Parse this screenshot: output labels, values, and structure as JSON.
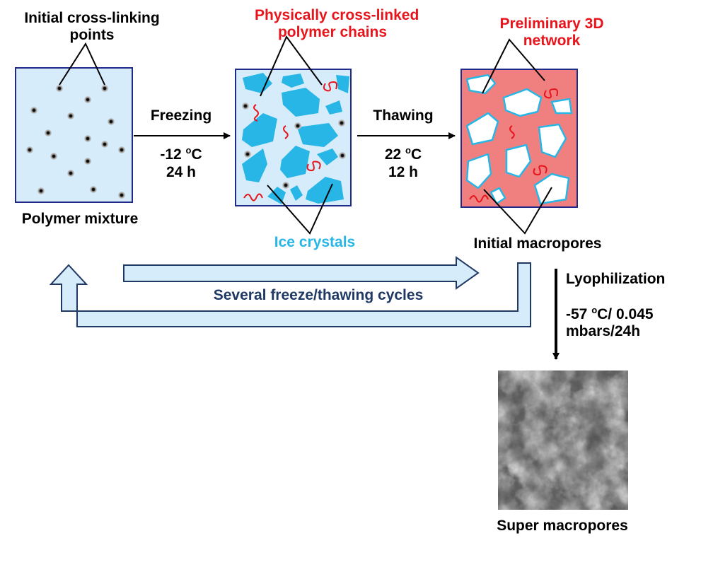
{
  "labels": {
    "initial_crosslinking": [
      "Initial cross-linking",
      "points"
    ],
    "physically_crosslinked": [
      "Physically cross-linked",
      "polymer chains"
    ],
    "preliminary_network": [
      "Preliminary 3D",
      "network"
    ],
    "polymer_mixture": "Polymer mixture",
    "ice_crystals": "Ice crystals",
    "initial_macropores": "Initial macropores",
    "super_macropores": "Super macropores",
    "cycles": "Several freeze/thawing cycles"
  },
  "steps": {
    "freezing": {
      "name": "Freezing",
      "temp_num": "-12 ",
      "temp_sup": "o",
      "temp_unit": "C",
      "time": "24 h"
    },
    "thawing": {
      "name": "Thawing",
      "temp_num": "22 ",
      "temp_sup": "o",
      "temp_unit": "C",
      "time": "12 h"
    },
    "lyophilization": {
      "name": "Lyophilization",
      "cond_num": "-57 ",
      "cond_sup": "o",
      "cond_rest": "C/ 0.045",
      "cond_line2": "mbars/24h"
    }
  },
  "colors": {
    "mixture_fill": "#d6ecfb",
    "box_border": "#1f2a8a",
    "ice": "#27b6e6",
    "network_fill": "#f08080",
    "chain": "#e8141b",
    "cycle_arrow_fill": "#d6ecfb",
    "cycle_arrow_stroke": "#1f3864"
  }
}
